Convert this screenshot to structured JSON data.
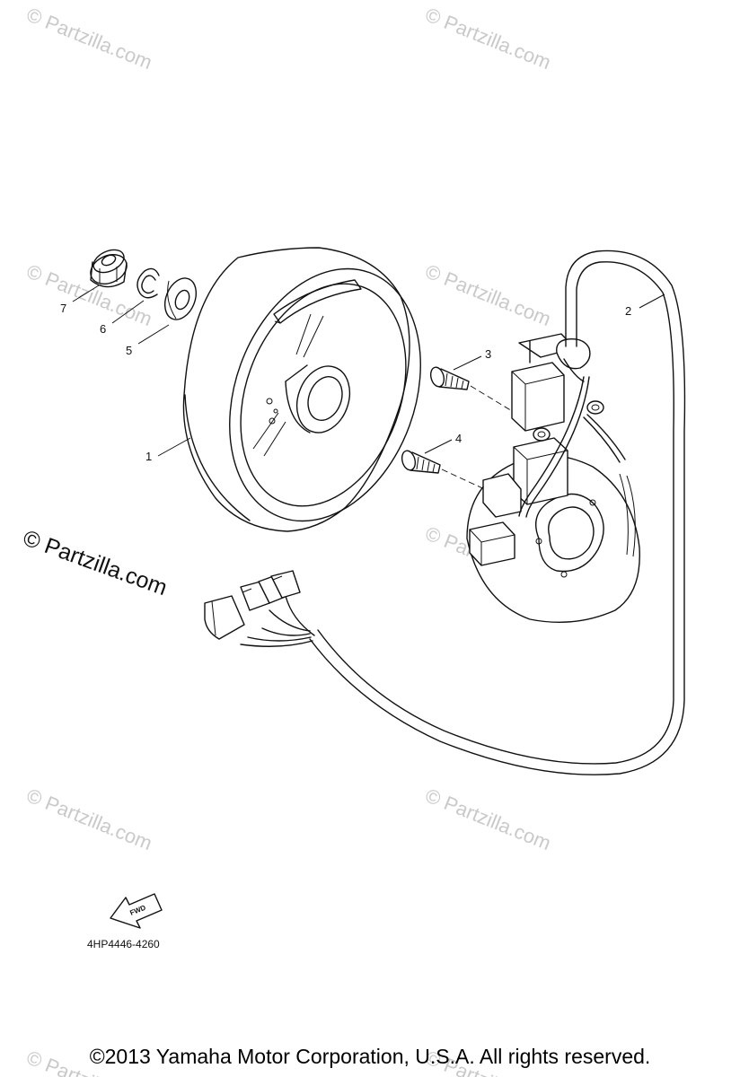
{
  "watermarks": {
    "small_text": "© Partzilla.com",
    "large_text": "© Partzilla.com"
  },
  "callouts": {
    "part_1": "1",
    "part_2": "2",
    "part_3": "3",
    "part_4": "4",
    "part_5": "5",
    "part_6": "6",
    "part_7": "7"
  },
  "fwd_label": "FWD",
  "diagram_code": "4HP4446-4260",
  "copyright": "©2013  Yamaha Motor Corporation, U.S.A. All rights reserved."
}
